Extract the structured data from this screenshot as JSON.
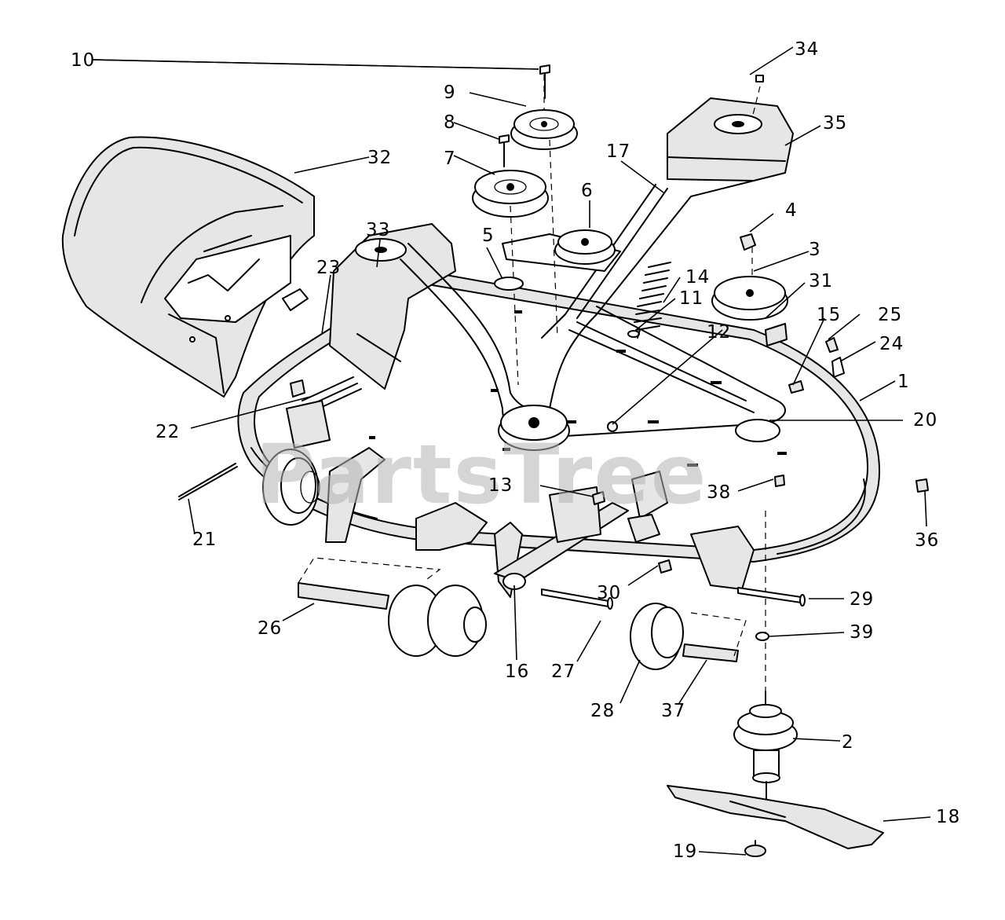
{
  "watermark": "PartsTree",
  "callouts": [
    {
      "id": "1",
      "label": "1"
    },
    {
      "id": "2",
      "label": "2"
    },
    {
      "id": "3",
      "label": "3"
    },
    {
      "id": "4",
      "label": "4"
    },
    {
      "id": "5",
      "label": "5"
    },
    {
      "id": "6",
      "label": "6"
    },
    {
      "id": "7",
      "label": "7"
    },
    {
      "id": "8",
      "label": "8"
    },
    {
      "id": "9",
      "label": "9"
    },
    {
      "id": "10",
      "label": "10"
    },
    {
      "id": "11",
      "label": "11"
    },
    {
      "id": "12",
      "label": "12"
    },
    {
      "id": "13",
      "label": "13"
    },
    {
      "id": "14",
      "label": "14"
    },
    {
      "id": "15",
      "label": "15"
    },
    {
      "id": "16",
      "label": "16"
    },
    {
      "id": "17",
      "label": "17"
    },
    {
      "id": "18",
      "label": "18"
    },
    {
      "id": "19",
      "label": "19"
    },
    {
      "id": "20",
      "label": "20"
    },
    {
      "id": "21",
      "label": "21"
    },
    {
      "id": "22",
      "label": "22"
    },
    {
      "id": "23",
      "label": "23"
    },
    {
      "id": "24",
      "label": "24"
    },
    {
      "id": "25",
      "label": "25"
    },
    {
      "id": "26",
      "label": "26"
    },
    {
      "id": "27",
      "label": "27"
    },
    {
      "id": "28",
      "label": "28"
    },
    {
      "id": "29",
      "label": "29"
    },
    {
      "id": "30",
      "label": "30"
    },
    {
      "id": "31",
      "label": "31"
    },
    {
      "id": "32",
      "label": "32"
    },
    {
      "id": "33",
      "label": "33"
    },
    {
      "id": "34",
      "label": "34"
    },
    {
      "id": "35",
      "label": "35"
    },
    {
      "id": "36",
      "label": "36"
    },
    {
      "id": "37",
      "label": "37"
    },
    {
      "id": "38",
      "label": "38"
    },
    {
      "id": "39",
      "label": "39"
    }
  ]
}
